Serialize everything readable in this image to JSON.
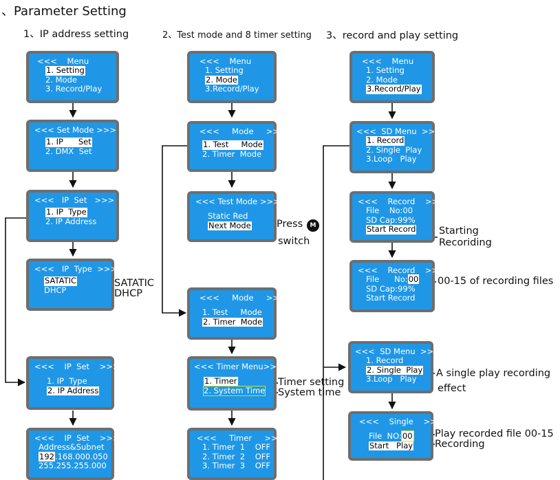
{
  "page_title": "、Parameter Setting",
  "sections": [
    {
      "heading": "1、IP address setting"
    },
    {
      "heading": "2、Test mode and 8 timer setting"
    },
    {
      "heading": "3、record and play setting"
    }
  ],
  "screens": {
    "ip_menu": {
      "lines": [
        "<<<    Menu",
        "1. Setting",
        "2. Mode",
        "3. Record/Play"
      ]
    },
    "set_mode": {
      "lines": [
        "<<< Set Mode >>>",
        "1. IP      Set",
        "2. DMX  Set"
      ]
    },
    "ip_set": {
      "lines": [
        "<<<   IP  Set   >>>",
        "1. IP  Type",
        "2. IP Address"
      ]
    },
    "ip_type": {
      "lines": [
        "<<<   IP  Type  >>>",
        "SATATIC",
        "DHCP"
      ]
    },
    "ip_set2": {
      "lines": [
        "<<<    IP  Set    >>>",
        "1. IP  Type",
        "2. IP Address"
      ]
    },
    "address_subnet": {
      "lines": [
        "<<<    IP  Set    >>>",
        "Address&Subnet",
        "192.168.000.050",
        "255.255.255.000"
      ],
      "digit_highlight": "192"
    },
    "mode_menu": {
      "lines": [
        "<<<    Menu",
        "1. Setting",
        "2. Mode",
        "3.Record/Play"
      ]
    },
    "mode_sub": {
      "lines": [
        "<<<     Mode     >>>",
        "1. Test     Mode",
        "2. Timer  Mode"
      ]
    },
    "test_mode": {
      "lines": [
        "<<< Test Mode >>>",
        "Static Red",
        "Next Mode"
      ]
    },
    "mode_sub2": {
      "lines": [
        "<<<     Mode     >>>",
        "1. Test     Mode",
        "2. Timer  Mode"
      ]
    },
    "timer_menu": {
      "lines": [
        "<<< Timer Menu>>>",
        "1. Timer",
        "2. System Time"
      ]
    },
    "timer_list": {
      "lines": [
        "<<<     Timer     >>>",
        "1. Timer  1    OFF",
        "2. Timer  2    OFF",
        "3. Timer  3    OFF"
      ]
    },
    "rec_menu": {
      "lines": [
        "<<<    Menu",
        "1. Setting",
        "2. Mode",
        "3.Record/Play"
      ]
    },
    "sd_menu": {
      "lines": [
        "<<<  SD Menu  >>>",
        "1. Record",
        "2. Single  Play",
        "3.Loop   Play"
      ]
    },
    "record": {
      "lines": [
        "<<<    Record    >>>",
        "File    No:00",
        "SD Cap:99%",
        "Start Record"
      ]
    },
    "record2": {
      "lines": [
        "<<<    Record    >>>",
        "File      No:00",
        "SD Cap:99%",
        "Start Record"
      ]
    },
    "sd_menu2": {
      "lines": [
        "<<<  SD Menu  >>>",
        "1. Record",
        "2. Single  Play",
        "3.Loop   Play"
      ]
    },
    "single": {
      "lines": [
        "<<<    Single    >>>",
        "File  NO:00",
        "Start   Play"
      ]
    }
  },
  "annotations": {
    "satatic": "SATATIC",
    "dhcp": "DHCP",
    "press": "Press",
    "switch": "switch",
    "m_button": "M",
    "starting": "Starting",
    "recording_word": "Recoriding",
    "files_range": "00-15 of recording files",
    "single_play_1": "A single play recording",
    "single_play_2": "effect",
    "timer_setting": "Timer setting",
    "system_time": "System time",
    "play_recorded": "Play recorded file 00-15",
    "recording": "Recording"
  },
  "colors": {
    "screen_blue": "#1f97e6",
    "frame_gray": "#6e6e6e",
    "focus_yellow": "#d4e21a"
  }
}
